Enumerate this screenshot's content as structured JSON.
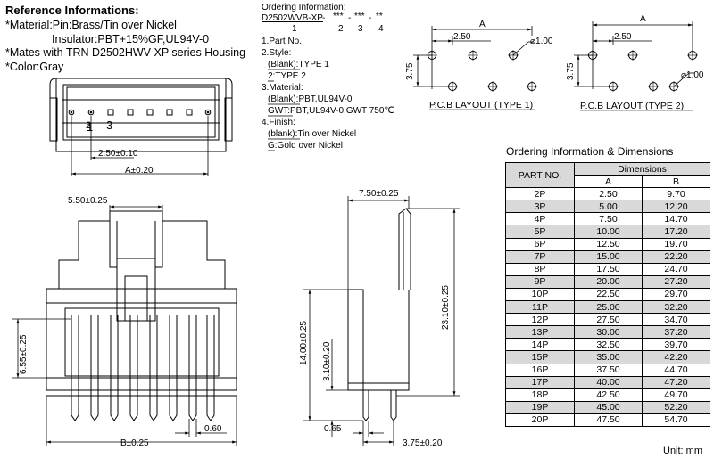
{
  "reference": {
    "title": "Reference Informations:",
    "lines": [
      "*Material:Pin:Brass/Tin over Nickel",
      "Insulator:PBT+15%GF,UL94V-0",
      "*Mates with TRN D2502HWV-XP series Housing",
      "*Color:Gray"
    ]
  },
  "ordering": {
    "title": "Ordering Information:",
    "code": "D2502WVB-XP",
    "sep": "-",
    "stars1": "***",
    "stars2": "***",
    "stars3": "**",
    "n1": "1",
    "n2": "2",
    "n3": "3",
    "n4": "4",
    "items": [
      "1.Part No.",
      "2.Style:",
      "(Blank):TYPE 1",
      "2:TYPE 2",
      "3.Material:",
      "(Blank):PBT,UL94V-0",
      "GWT:PBT,UL94V-0,GWT 750℃",
      "4.Finish:",
      "(blank):Tin over Nickel",
      "G:Gold over Nickel"
    ]
  },
  "pcb": {
    "dim_A": "A",
    "dim_pitch": "2.50",
    "dim_hole": "⌀1.00",
    "dim_row": "3.75",
    "label1": "P.C.B LAYOUT (TYPE 1)",
    "label2": "P.C.B LAYOUT (TYPE 2)"
  },
  "top_view": {
    "pin_label_1": "1",
    "pin_label_2": "2",
    "pin_label_3": "3",
    "dim_pitch": "2.50±0.10",
    "dim_A": "A±0.20"
  },
  "front_view": {
    "dim_top": "5.50±0.25",
    "dim_left": "6.55±0.25",
    "dim_pin": "0.60",
    "dim_B": "B±0.25"
  },
  "side_view": {
    "dim_top": "7.50±0.25",
    "dim_total": "23.10±0.25",
    "dim_body": "14.00±0.25",
    "dim_tail": "3.10±0.20",
    "dim_pin": "0.65",
    "dim_offset": "3.75±0.20"
  },
  "table": {
    "title": "Ordering Information & Dimensions",
    "part_header": "PART NO.",
    "dim_header": "Dimensions",
    "col_a": "A",
    "col_b": "B",
    "rows": [
      {
        "part": "2P",
        "a": "2.50",
        "b": "9.70"
      },
      {
        "part": "3P",
        "a": "5.00",
        "b": "12.20"
      },
      {
        "part": "4P",
        "a": "7.50",
        "b": "14.70"
      },
      {
        "part": "5P",
        "a": "10.00",
        "b": "17.20"
      },
      {
        "part": "6P",
        "a": "12.50",
        "b": "19.70"
      },
      {
        "part": "7P",
        "a": "15.00",
        "b": "22.20"
      },
      {
        "part": "8P",
        "a": "17.50",
        "b": "24.70"
      },
      {
        "part": "9P",
        "a": "20.00",
        "b": "27.20"
      },
      {
        "part": "10P",
        "a": "22.50",
        "b": "29.70"
      },
      {
        "part": "11P",
        "a": "25.00",
        "b": "32.20"
      },
      {
        "part": "12P",
        "a": "27.50",
        "b": "34.70"
      },
      {
        "part": "13P",
        "a": "30.00",
        "b": "37.20"
      },
      {
        "part": "14P",
        "a": "32.50",
        "b": "39.70"
      },
      {
        "part": "15P",
        "a": "35.00",
        "b": "42.20"
      },
      {
        "part": "16P",
        "a": "37.50",
        "b": "44.70"
      },
      {
        "part": "17P",
        "a": "40.00",
        "b": "47.20"
      },
      {
        "part": "18P",
        "a": "42.50",
        "b": "49.70"
      },
      {
        "part": "19P",
        "a": "45.00",
        "b": "52.20"
      },
      {
        "part": "20P",
        "a": "47.50",
        "b": "54.70"
      }
    ],
    "unit": "Unit: mm"
  }
}
